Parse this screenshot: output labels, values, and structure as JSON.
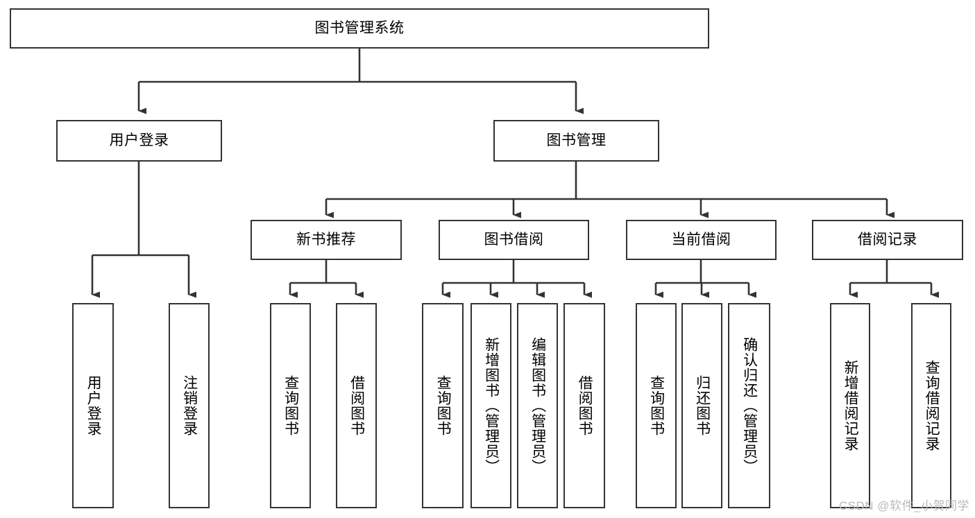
{
  "diagram": {
    "type": "tree",
    "title": "图书管理系统",
    "watermark": "CSDN @软件_小贺同学",
    "root": {
      "label": "图书管理系统"
    },
    "level2": [
      {
        "label": "用户登录"
      },
      {
        "label": "图书管理"
      }
    ],
    "level3": [
      {
        "label": "新书推荐"
      },
      {
        "label": "图书借阅"
      },
      {
        "label": "当前借阅"
      },
      {
        "label": "借阅记录"
      }
    ],
    "leaves": {
      "user_login": [
        {
          "label": "用户登录"
        },
        {
          "label": "注销登录"
        }
      ],
      "new_book_recommend": [
        {
          "label": "查询图书"
        },
        {
          "label": "借阅图书"
        }
      ],
      "book_borrow": [
        {
          "label": "查询图书"
        },
        {
          "label": "新增图书（管理员）"
        },
        {
          "label": "编辑图书（管理员）"
        },
        {
          "label": "借阅图书"
        }
      ],
      "current_borrow": [
        {
          "label": "查询图书"
        },
        {
          "label": "归还图书"
        },
        {
          "label": "确认归还（管理员）"
        }
      ],
      "borrow_record": [
        {
          "label": "新增借阅记录"
        },
        {
          "label": "查询借阅记录"
        }
      ]
    },
    "colors": {
      "stroke": "#333333",
      "fill": "#ffffff",
      "text": "#000000",
      "watermark": "#b9b9b9"
    }
  }
}
